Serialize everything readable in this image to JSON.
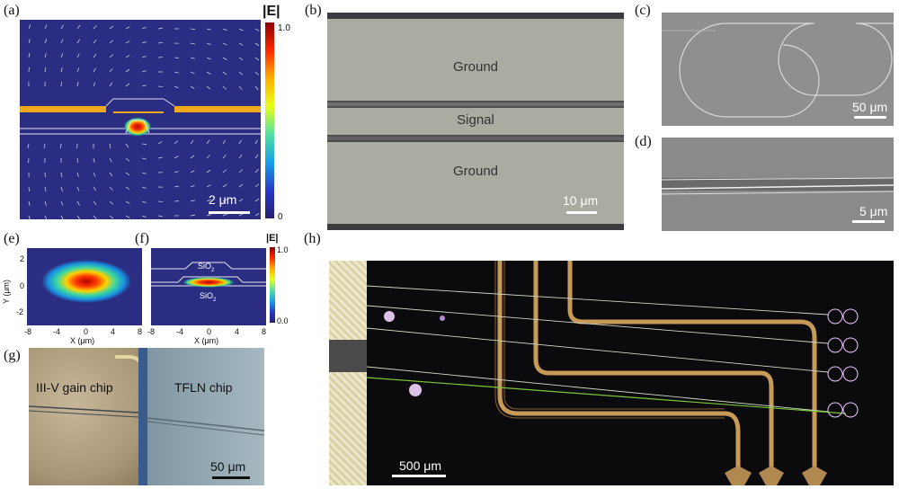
{
  "labels": {
    "a": "(a)",
    "b": "(b)",
    "c": "(c)",
    "d": "(d)",
    "e": "(e)",
    "f": "(f)",
    "g": "(g)",
    "h": "(h)"
  },
  "a": {
    "colorbar_title": "|E|",
    "cb_max": "1.0",
    "cb_min": "0",
    "scale": "2 μm"
  },
  "b": {
    "ground_top": "Ground",
    "signal": "Signal",
    "ground_bottom": "Ground",
    "scale": "10 μm"
  },
  "c": {
    "scale": "50 μm"
  },
  "d": {
    "scale": "5 μm"
  },
  "e": {
    "ylabel": "Y (μm)",
    "xlabel": "X (μm)",
    "yticks": [
      "2",
      "0",
      "-2"
    ],
    "xticks": [
      "-8",
      "-4",
      "0",
      "4",
      "8"
    ]
  },
  "f": {
    "layer_top": "SiO",
    "layer_bottom": "SiO",
    "sub": "2",
    "xlabel": "X (μm)",
    "xticks": [
      "-8",
      "-4",
      "0",
      "4",
      "8"
    ],
    "colorbar_title": "|E|",
    "cb_max": "1.0",
    "cb_min": "0.0"
  },
  "g": {
    "left_label": "III-V gain chip",
    "right_label": "TFLN chip",
    "scale": "50 μm"
  },
  "h": {
    "scale": "500 μm"
  },
  "colors": {
    "field_bg": "#2b2d82",
    "electrode": "#f0a81c",
    "sem_gray": "#8c8c8c",
    "micro_bg": "#a9aca0",
    "dark_bg": "#0b0a0c"
  }
}
